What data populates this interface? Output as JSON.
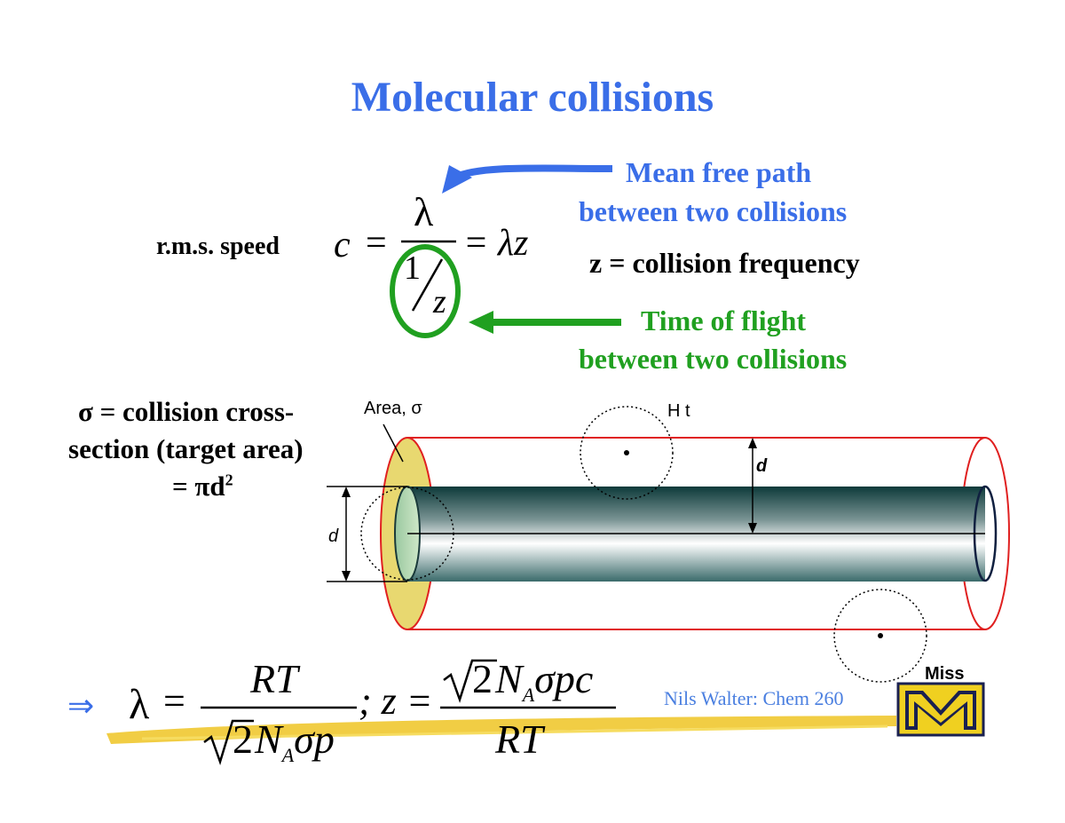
{
  "title": "Molecular collisions",
  "rms": {
    "label": "r.m.s. speed",
    "c": "c",
    "eq1": "=",
    "lambda": "λ",
    "one": "1",
    "z": "z",
    "eq2": "= λz"
  },
  "notes": {
    "mean_free_path_1": "Mean free path",
    "mean_free_path_2": "between two collisions",
    "z_def": "z = collision frequency",
    "time_flight_1": "Time of flight",
    "time_flight_2": "between two collisions"
  },
  "sigma": {
    "line1": "σ  = collision cross-",
    "line2": "section (target area)",
    "line3_pre": "= πd",
    "line3_sup": "2"
  },
  "diagram": {
    "area_label": "Area, σ",
    "ht_label": "H t",
    "d_label_top": "d",
    "d_label_left": "d",
    "miss_label": "Miss"
  },
  "formula": {
    "implies": "⇒",
    "lambda": "λ",
    "eq": "=",
    "num1": "RT",
    "den1_root": "2",
    "den1_rest_N": "N",
    "den1_rest_A": "A",
    "den1_rest_tail": "σp",
    "sep": "; z =",
    "num2_root": "2",
    "num2_N": "N",
    "num2_A": "A",
    "num2_tail": "σpc",
    "den2": "RT"
  },
  "footer": {
    "credit": "Nils Walter: Chem 260"
  },
  "colors": {
    "blue": "#3a6ee8",
    "green": "#20a020",
    "cylinder_outline": "#e02020",
    "area_fill": "#e8d870",
    "tube_dark": "#0d3a3a",
    "logo_gold": "#f0d020",
    "logo_navy": "#1a2050"
  }
}
